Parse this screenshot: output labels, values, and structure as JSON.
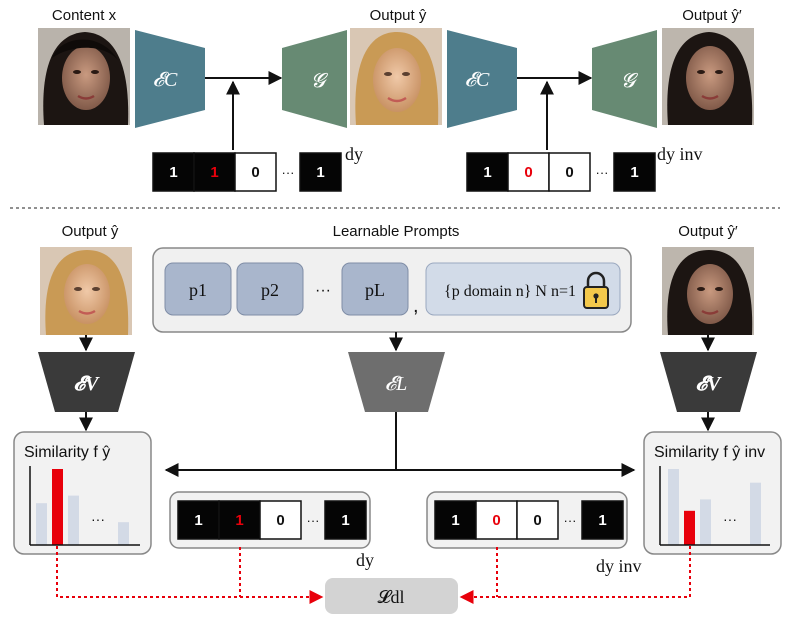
{
  "top": {
    "content_label": "Content x",
    "output_label": "Output ŷ",
    "output2_label": "Output ŷ′",
    "encoder_c": "𝓔C",
    "generator": "𝓖",
    "code_dy": "dy",
    "code_dinv": "dy inv",
    "code_bits_a": [
      "1",
      "1",
      "0",
      "1"
    ],
    "code_bits_b": [
      "1",
      "0",
      "0",
      "1"
    ],
    "ellipsis": "···"
  },
  "bottom": {
    "output_label": "Output ŷ",
    "output2_label": "Output ŷ′",
    "prompts_title": "Learnable Prompts",
    "prompts": [
      "p1",
      "p2",
      "···",
      "pL"
    ],
    "domain_prompt": "{p domain n} N n=1",
    "encoder_v": "𝓔V",
    "encoder_l": "𝓔L",
    "similarity_left": "Similarity f ŷ",
    "similarity_right": "Similarity f ŷ inv",
    "loss": "𝓛dl",
    "code_dy": "dy",
    "code_dinv": "dy inv",
    "code_bits_a": [
      "1",
      "1",
      "0",
      "1"
    ],
    "code_bits_b": [
      "1",
      "0",
      "0",
      "1"
    ],
    "bars_left": [
      0.55,
      1.0,
      0.65,
      0.3
    ],
    "bars_right": [
      1.0,
      0.45,
      0.6,
      0.82
    ],
    "highlight_left": 1,
    "highlight_right": 1
  },
  "colors": {
    "encoder_c": "#4e7d8c",
    "generator": "#678a73",
    "encoder_v": "#3a3a3a",
    "encoder_l": "#6e6e6e",
    "prompt_box": "#a9b6cc",
    "domain_box": "#d2dbe8",
    "highlight": "#e8000b",
    "bar": "#d3dae6"
  }
}
